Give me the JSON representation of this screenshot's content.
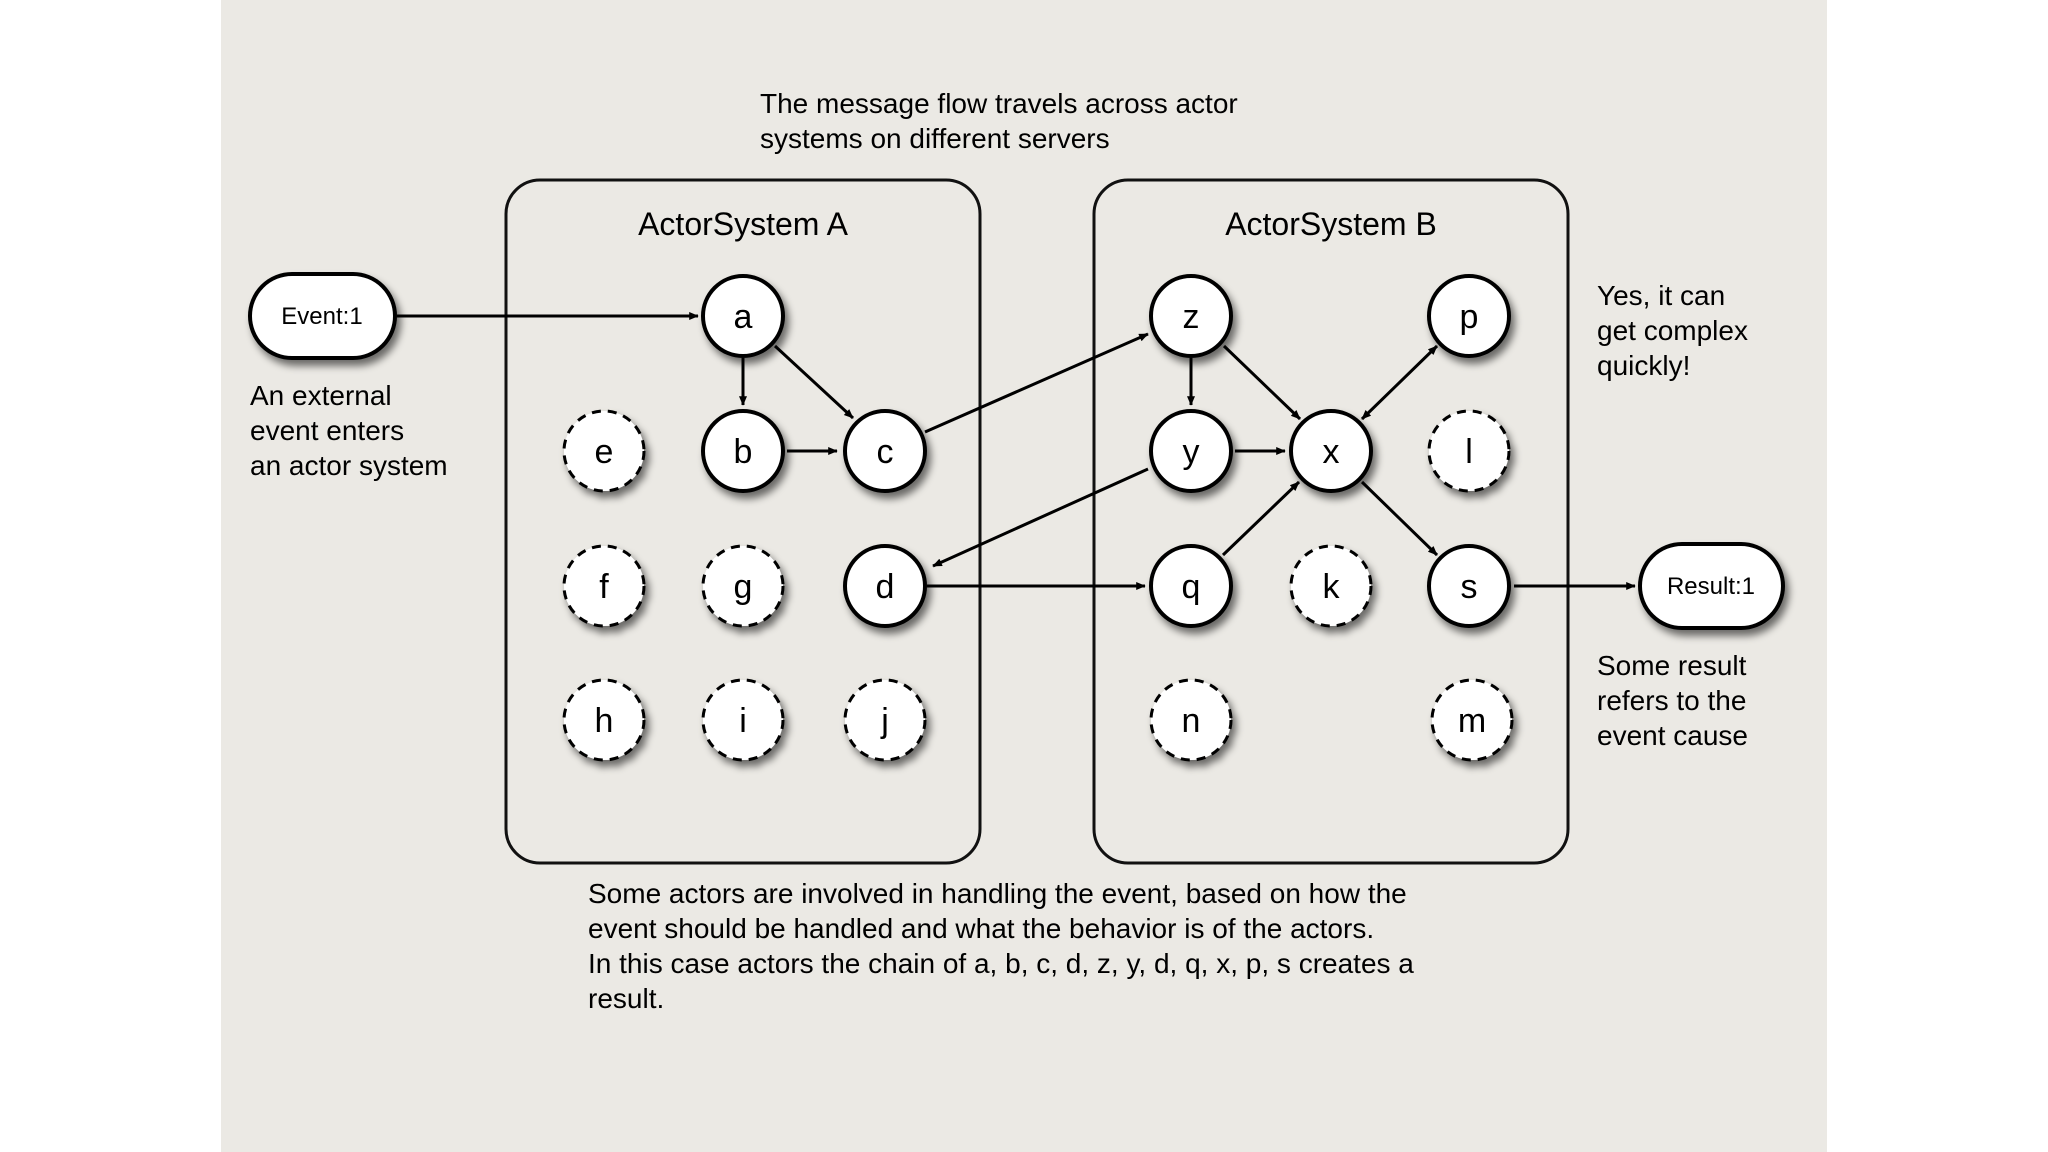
{
  "systems": {
    "a": {
      "title": "ActorSystem A"
    },
    "b": {
      "title": "ActorSystem B"
    }
  },
  "event_label": "Event:1",
  "result_label": "Result:1",
  "nodes": {
    "a": "a",
    "b": "b",
    "c": "c",
    "d": "d",
    "e": "e",
    "f": "f",
    "g": "g",
    "h": "h",
    "i": "i",
    "j": "j",
    "z": "z",
    "y": "y",
    "x": "x",
    "p": "p",
    "q": "q",
    "s": "s",
    "l": "l",
    "k": "k",
    "n": "n",
    "m": "m"
  },
  "notes": {
    "top": [
      "The message flow travels across actor",
      "systems on different servers"
    ],
    "left": [
      "An external",
      "event enters",
      "an actor system"
    ],
    "right_top": [
      "Yes, it can",
      "get complex",
      "quickly!"
    ],
    "right_bottom": [
      "Some result",
      "refers to the",
      "event cause"
    ],
    "bottom": [
      "Some actors are involved in handling the event, based on how the",
      "event should be handled and what the behavior is of the actors.",
      "In this case actors the chain of a, b, c, d, z, y, d, q, x, p, s creates a",
      "result."
    ]
  }
}
